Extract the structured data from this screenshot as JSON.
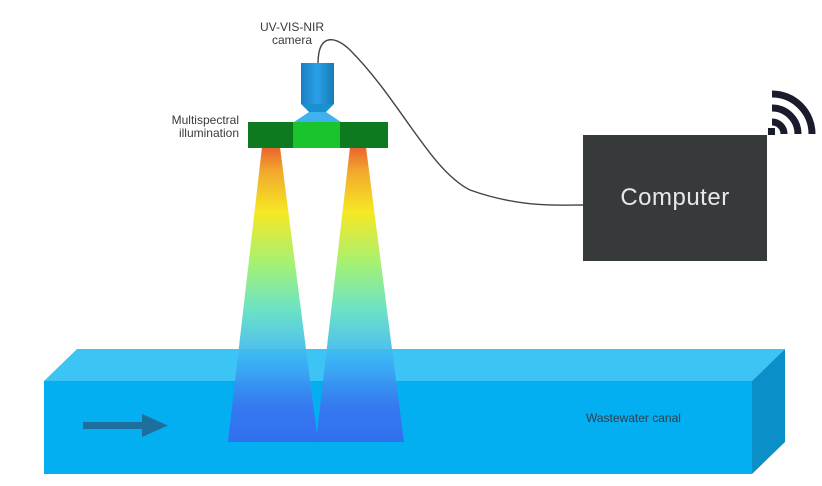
{
  "labels": {
    "camera_line1": "UV-VIS-NIR",
    "camera_line2": "camera",
    "illumination_line1": "Multispectral",
    "illumination_line2": "illumination",
    "computer": "Computer",
    "canal": "Wastewater canal"
  },
  "icons": {
    "wireless": "wifi-signal-icon",
    "flow": "flow-direction-arrow-icon"
  },
  "colors": {
    "canal_front": "#03aff0",
    "canal_top": "#3cc4f4",
    "canal_side": "#0a8fc8",
    "computer_box": "#363a3b",
    "camera_body": "#1a8fd1",
    "illumination_bar_outer": "#0e7a1f",
    "illumination_bar_center": "#19c42c",
    "wifi": "#1a1c2e",
    "flow_arrow": "#1f6f9e",
    "beam_gradient": [
      "#e8541b",
      "#f5e611",
      "#6fe29c",
      "#2f9bf0",
      "#3a64ee"
    ]
  }
}
